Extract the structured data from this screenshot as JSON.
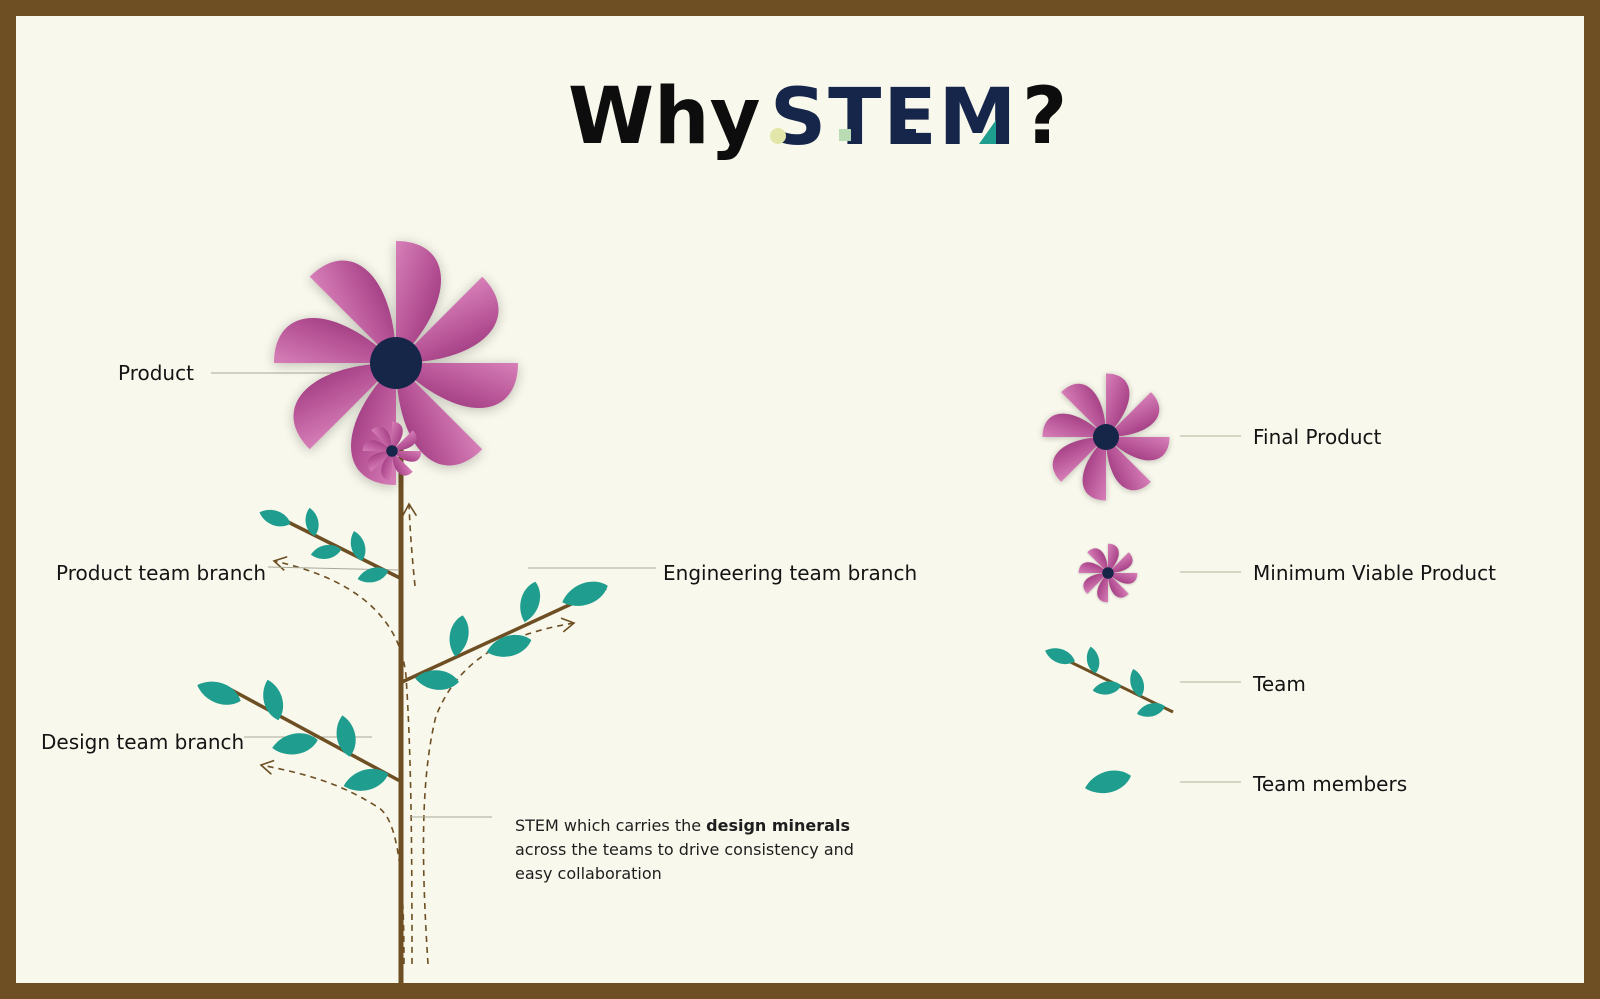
{
  "title": {
    "prefix": "Why",
    "brand": "STEM",
    "suffix": "?"
  },
  "labels": {
    "product": "Product",
    "product_team_branch": "Product team branch",
    "engineering_team_branch": "Engineering team branch",
    "design_team_branch": "Design team branch"
  },
  "stem_description": {
    "part1": "STEM which carries the ",
    "bold": "design minerals",
    "part2": " across the teams to drive consistency and easy collaboration"
  },
  "legend": {
    "final_product": "Final Product",
    "mvp": "Minimum Viable Product",
    "team": "Team",
    "team_members": "Team members"
  },
  "colors": {
    "border": "#6e4f24",
    "background": "#f8f8ec",
    "petal": "#b2498c",
    "flower_center": "#16264a",
    "leaf": "#1f9d8e",
    "stem": "#6e4f24",
    "brand_navy": "#16264a"
  }
}
